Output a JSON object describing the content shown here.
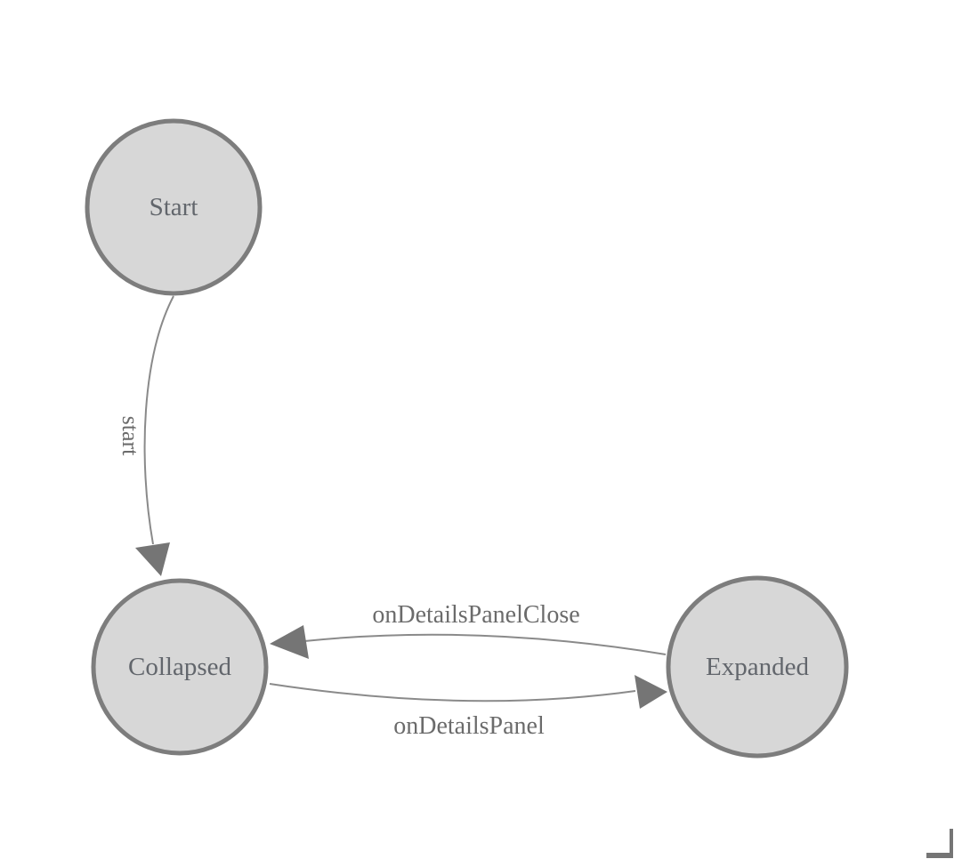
{
  "diagram": {
    "type": "state-machine",
    "nodes": [
      {
        "id": "start",
        "label": "Start"
      },
      {
        "id": "collapsed",
        "label": "Collapsed"
      },
      {
        "id": "expanded",
        "label": "Expanded"
      }
    ],
    "edges": [
      {
        "from": "Start",
        "to": "Collapsed",
        "label": "start"
      },
      {
        "from": "Collapsed",
        "to": "Expanded",
        "label": "onDetailsPanel"
      },
      {
        "from": "Expanded",
        "to": "Collapsed",
        "label": "onDetailsPanelClose"
      }
    ],
    "colors": {
      "node_fill": "#d7d7d7",
      "node_stroke": "#7d7d7d",
      "edge_stroke": "#8a8a8a",
      "arrow_fill": "#757575",
      "label_text": "#62666c",
      "edge_label_text": "#6b6b6b",
      "corner_handle": "#757575",
      "background": "#ffffff"
    }
  }
}
